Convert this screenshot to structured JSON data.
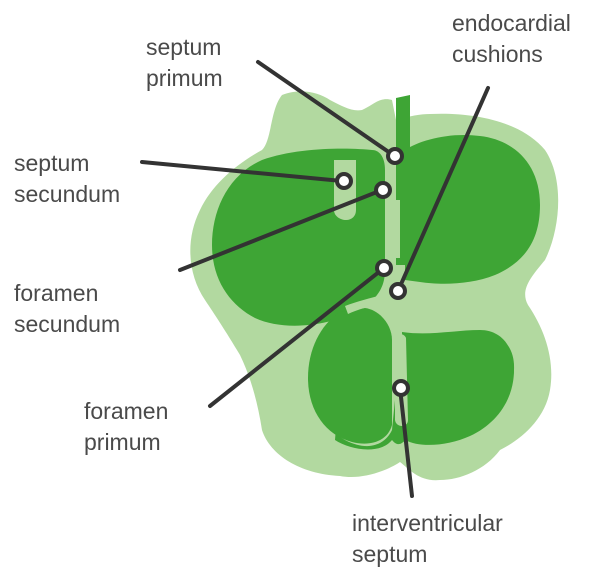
{
  "colors": {
    "outer_tissue": "#b2d9a0",
    "inner_tissue": "#3ea535",
    "leader_line": "#333333",
    "marker_fill": "#ffffff",
    "label_text": "#4a4a4a"
  },
  "labels": {
    "septum_primum": [
      "septum",
      "primum"
    ],
    "septum_secundum": [
      "septum",
      "secundum"
    ],
    "foramen_secundum": [
      "foramen",
      "secundum"
    ],
    "foramen_primum": [
      "foramen",
      "primum"
    ],
    "endocardial_cushions": [
      "endocardial",
      "cushions"
    ],
    "interventricular_septum": [
      "interventricular",
      "septum"
    ]
  }
}
